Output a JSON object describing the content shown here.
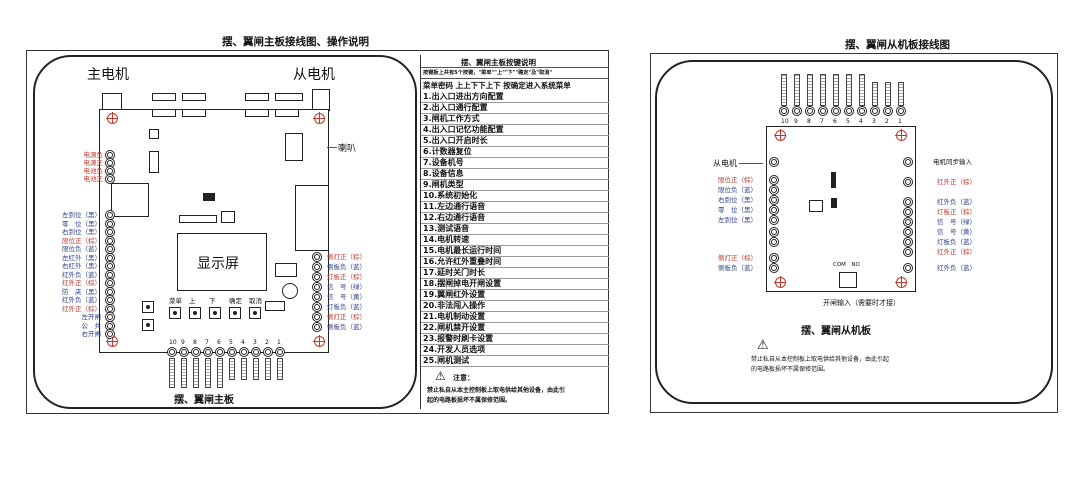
{
  "left_title": "摆、翼闸主板接线图、操作说明",
  "right_title": "摆、翼闸从机板接线图",
  "main_board": {
    "motor_main": "主电机",
    "motor_slave": "从电机",
    "horn": "喇叭",
    "display": "显示屏",
    "caption": "摆、翼闸主板",
    "power_labels": [
      "电源负",
      "电源正",
      "电池负",
      "电池正"
    ],
    "left_labels": [
      {
        "text": "左到位（黑）",
        "color": "#2c3e8c"
      },
      {
        "text": "零　位（黑）",
        "color": "#2c3e8c"
      },
      {
        "text": "右到位（黑）",
        "color": "#2c3e8c"
      },
      {
        "text": "限位正（棕）",
        "color": "#c0392b"
      },
      {
        "text": "限位负（蓝）",
        "color": "#2c3e8c"
      },
      {
        "text": "左红外（黑）",
        "color": "#2c3e8c"
      },
      {
        "text": "右红外（黑）",
        "color": "#2c3e8c"
      },
      {
        "text": "红外负（蓝）",
        "color": "#2c3e8c"
      },
      {
        "text": "红外正（棕）",
        "color": "#c0392b"
      },
      {
        "text": "防　夹（黑）",
        "color": "#2c3e8c"
      },
      {
        "text": "红外负（蓝）",
        "color": "#2c3e8c"
      },
      {
        "text": "红外正（棕）",
        "color": "#c0392b"
      },
      {
        "text": "左开闸",
        "color": "#2c3e8c"
      },
      {
        "text": "公　共",
        "color": "#2c3e8c"
      },
      {
        "text": "右开闸",
        "color": "#2c3e8c"
      }
    ],
    "right_labels": [
      {
        "text": "侧灯正（棕）",
        "color": "#c0392b"
      },
      {
        "text": "侧板负（蓝）",
        "color": "#2c3e8c"
      },
      {
        "text": "灯板正（棕）",
        "color": "#c0392b"
      },
      {
        "text": "信　号（绿）",
        "color": "#2c3e8c"
      },
      {
        "text": "信　号（黄）",
        "color": "#2c3e8c"
      },
      {
        "text": "灯板负（蓝）",
        "color": "#2c3e8c"
      },
      {
        "text": "侧灯正（棕）",
        "color": "#c0392b"
      },
      {
        "text": "侧板负（蓝）",
        "color": "#2c3e8c"
      }
    ],
    "buttons": [
      "菜单",
      "上",
      "下",
      "确定",
      "取消"
    ],
    "terminal_numbers": [
      "10",
      "9",
      "8",
      "7",
      "6",
      "5",
      "4",
      "3",
      "2",
      "1"
    ]
  },
  "menu": {
    "title": "摆、翼闸主板按键说明",
    "intro": "按键板上共有5个按键，\"菜单\"\"上\"\"下\"\"确定\"及\"取消\"",
    "password_line": "菜单密码 上上下下上下 按确定进入系统菜单",
    "items": [
      "1.出入口进出方向配置",
      "2.出入口通行配置",
      "3.闸机工作方式",
      "4.出入口记忆功能配置",
      "5.出入口开启时长",
      "6.计数器复位",
      "7.设备机号",
      "8.设备信息",
      "9.闸机类型",
      "10.系统初始化",
      "11.左边通行语音",
      "12.右边通行语音",
      "13.测试语音",
      "14.电机转速",
      "15.电机最长运行时间",
      "16.允许红外重叠时间",
      "17.延时关门时长",
      "18.摆闸掉电开闸设置",
      "19.翼闸红外设置",
      "20.非法闯入操作",
      "21.电机制动设置",
      "22.闸机禁开设置",
      "23.报警时刷卡设置",
      "24.开发人员选项",
      "25.闸机测试"
    ],
    "note_title": "注意：",
    "note_text_1": "禁止私自从本主控制板上取电供给其他设备，由此引",
    "note_text_2": "起的电路板损坏不属保修范围。"
  },
  "slave_board": {
    "terminal_numbers": [
      "10",
      "9",
      "8",
      "7",
      "6",
      "5",
      "4",
      "3",
      "2",
      "1"
    ],
    "motor": "从电机",
    "left_labels": [
      {
        "text": "限位正（棕）",
        "color": "#c0392b"
      },
      {
        "text": "限位负（蓝）",
        "color": "#2c3e8c"
      },
      {
        "text": "右到位（黑）",
        "color": "#2c3e8c"
      },
      {
        "text": "零　位（黑）",
        "color": "#2c3e8c"
      },
      {
        "text": "左到位（黑）",
        "color": "#2c3e8c"
      },
      {
        "text": "侧灯正（棕）",
        "color": "#c0392b"
      },
      {
        "text": "侧板负（蓝）",
        "color": "#2c3e8c"
      }
    ],
    "right_labels": [
      {
        "text": "电机同步输入",
        "color": "#111111"
      },
      {
        "text": "红外正（棕）",
        "color": "#c0392b"
      },
      {
        "text": "红外负（蓝）",
        "color": "#2c3e8c"
      },
      {
        "text": "灯板正（棕）",
        "color": "#c0392b"
      },
      {
        "text": "信　号（绿）",
        "color": "#2c3e8c"
      },
      {
        "text": "信　号（黄）",
        "color": "#2c3e8c"
      },
      {
        "text": "灯板负（蓝）",
        "color": "#2c3e8c"
      },
      {
        "text": "红外正（棕）",
        "color": "#c0392b"
      },
      {
        "text": "红外负（蓝）",
        "color": "#2c3e8c"
      }
    ],
    "com_no": "COM　NO",
    "door_input": "开闸输入（需要时才接）",
    "caption": "摆、翼闸从机板",
    "note_text_1": "禁止私自从本控制板上取电供给其他设备，由此引起",
    "note_text_2": "的电路板损坏不属保修范围。"
  }
}
